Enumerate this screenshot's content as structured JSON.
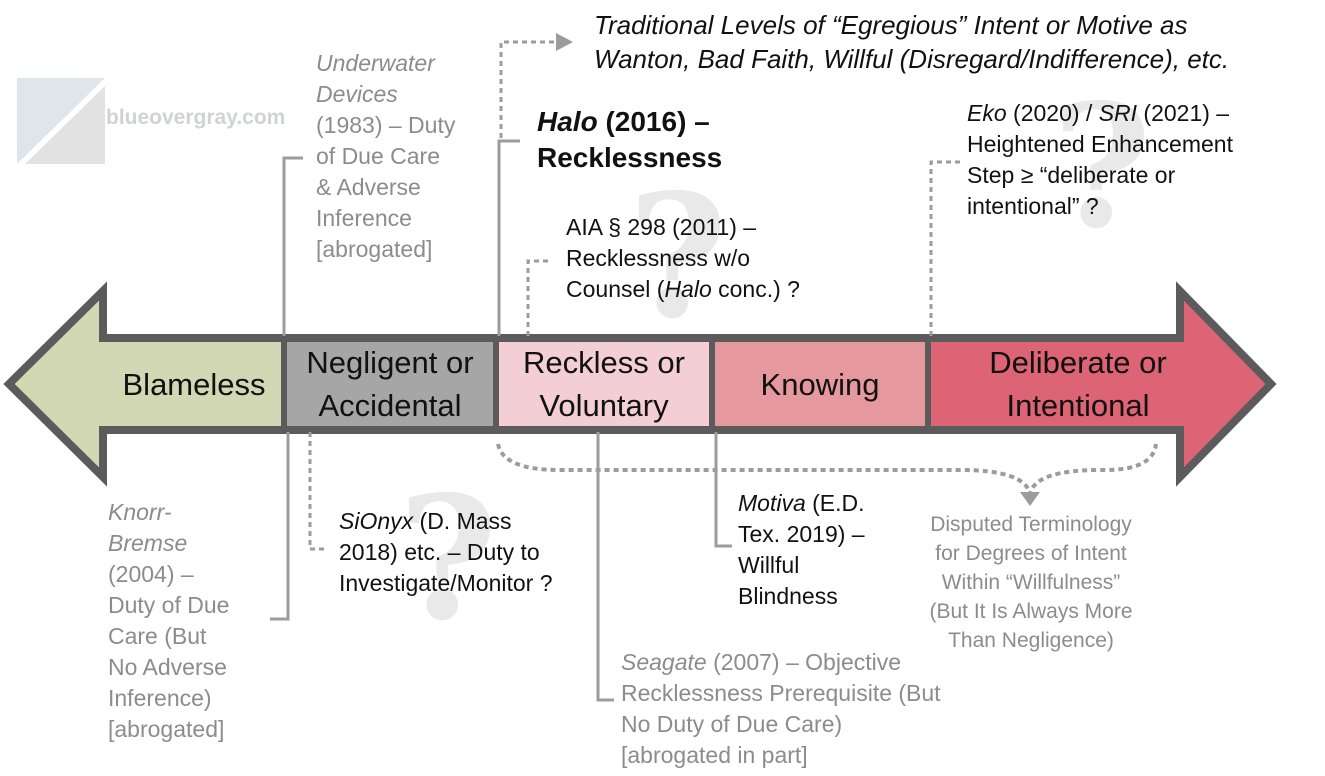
{
  "watermark": {
    "text": "blueovergray.com"
  },
  "segments": [
    {
      "id": "blameless",
      "label": "Blameless",
      "color": "#d2d8b3"
    },
    {
      "id": "negligent",
      "label_line1": "Negligent or",
      "label_line2": "Accidental",
      "color": "#a6a6a6"
    },
    {
      "id": "reckless",
      "label_line1": "Reckless or",
      "label_line2": "Voluntary",
      "color": "#f3ced5"
    },
    {
      "id": "knowing",
      "label": "Knowing",
      "color": "#e6989f"
    },
    {
      "id": "deliberate",
      "label_line1": "Deliberate or",
      "label_line2": "Intentional",
      "color": "#dc6475"
    }
  ],
  "colors": {
    "outline": "#5b5b5b",
    "connector": "#9c9c9c",
    "gray_text": "#8c8c8c"
  },
  "annotations": {
    "traditional": {
      "line1": "Traditional Levels of “Egregious” Intent or Motive as",
      "line2": "Wanton, Bad Faith, Willful (Disregard/Indifference), etc."
    },
    "underwater": {
      "name_line1": "Underwater",
      "name_line2": "Devices",
      "line3": "(1983) – Duty",
      "line4": "of Due Care",
      "line5": "& Adverse",
      "line6": "Inference",
      "line7": "[abrogated]"
    },
    "halo": {
      "name": "Halo",
      "line1_rest": " (2016) –",
      "line2": "Recklessness"
    },
    "aia": {
      "line1": "AIA § 298 (2011) –",
      "line2": "Recklessness w/o",
      "line3_pre": "Counsel (",
      "line3_italic": "Halo",
      "line3_post": " conc.) ?"
    },
    "eko": {
      "name1": "Eko",
      "mid": " (2020) / ",
      "name2": "SRI",
      "line1_post": " (2021) –",
      "line2": "Heightened Enhancement",
      "line3": "Step ≥ “deliberate or",
      "line4": "intentional” ?"
    },
    "knorr": {
      "name_line1": "Knorr-",
      "name_line2": "Bremse",
      "line3": "(2004) –",
      "line4": "Duty of Due",
      "line5": "Care (But",
      "line6": "No Adverse",
      "line7": "Inference)",
      "line8": "[abrogated]"
    },
    "sionyx": {
      "name": "SiOnyx",
      "line1_rest": " (D. Mass",
      "line2": "2018) etc. – Duty to",
      "line3": "Investigate/Monitor ?"
    },
    "motiva": {
      "name": "Motiva",
      "line1_rest": " (E.D.",
      "line2": "Tex. 2019) –",
      "line3": "Willful",
      "line4": "Blindness"
    },
    "seagate": {
      "name": "Seagate",
      "line1_rest": " (2007) – Objective",
      "line2": "Recklessness Prerequisite (But",
      "line3": "No Duty of Due Care)",
      "line4": "[abrogated in part]"
    },
    "disputed": {
      "line1": "Disputed Terminology",
      "line2": "for Degrees of Intent",
      "line3": "Within “Willfulness”",
      "line4": "(But It Is Always More",
      "line5": "Than Negligence)"
    }
  },
  "question_marks": {
    "glyph": "?"
  }
}
